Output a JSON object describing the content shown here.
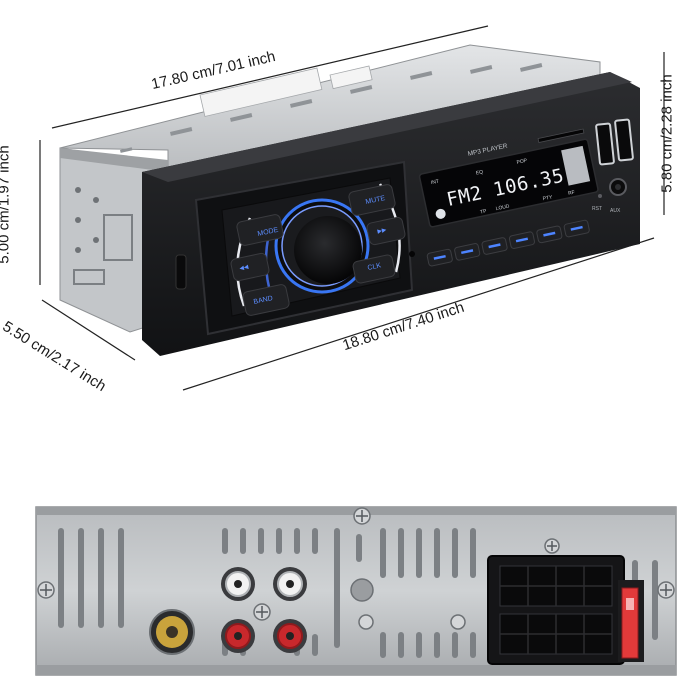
{
  "dimensions": {
    "top_length": "17.80 cm/7.01 inch",
    "front_length": "18.80 cm/7.40 inch",
    "left_height": "5.00 cm/1.97 inch",
    "right_height": "5.80 cm/2.28 inch",
    "depth": "5.50 cm/2.17 inch"
  },
  "front_panel": {
    "mp3_label": "MP3 PLAYER",
    "lcd_readout": "FM2 106.35",
    "lcd_tags": [
      "INT",
      "EQ",
      "POP",
      "TP",
      "LOUD",
      "PTY",
      "RF"
    ],
    "buttons": {
      "mode": "MODE",
      "mute": "MUTE",
      "band": "BAND",
      "clk": "CLK",
      "rst": "RST",
      "aux": "AUX"
    }
  },
  "colors": {
    "button_glow": "#3b7bff",
    "chassis": "#c9cbcd",
    "body": "#1b1c1e",
    "rca_red": "#c8282c",
    "fuse_red": "#e23a3a"
  }
}
